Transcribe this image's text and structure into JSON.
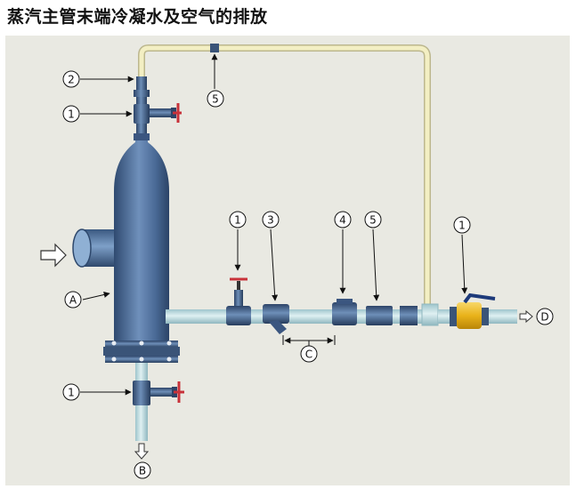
{
  "title": "蒸汽主管末端冷凝水及空气的排放",
  "labels": {
    "n1": "1",
    "n2": "2",
    "n3": "3",
    "n4": "4",
    "n5": "5",
    "A": "A",
    "B": "B",
    "C": "C",
    "D": "D"
  },
  "colors": {
    "background": "#e9e9e2",
    "pipe_blue": "#4b6d9a",
    "pipe_light": "#bfdbe0",
    "air_line": "#f3efc3",
    "valve_handle": "#c8323a",
    "ball_valve": "#e9b21a"
  }
}
